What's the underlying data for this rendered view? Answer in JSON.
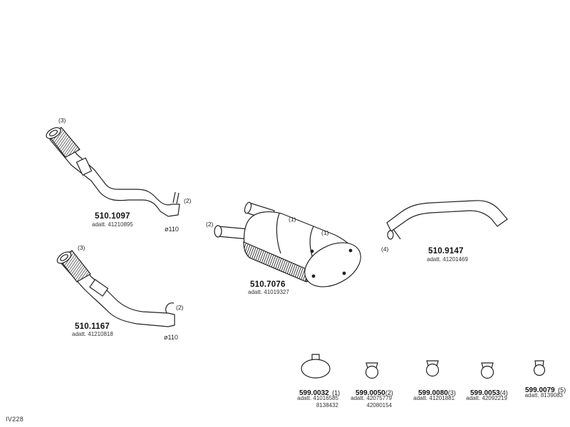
{
  "diagram_code": "IV228",
  "pipes": {
    "front_pipe_a": {
      "part_no": "510.1097",
      "fits": "adatt. 41210895",
      "callout_top": "(3)",
      "callout_end": "(2)",
      "diameter": "ø110"
    },
    "front_pipe_b": {
      "part_no": "510.1167",
      "fits": "adatt. 41210818",
      "callout_top": "(3)",
      "callout_end": "(2)",
      "diameter": "ø110"
    },
    "muffler": {
      "part_no": "510.7076",
      "fits": "adatt. 41019327",
      "callout_inlet": "(2)",
      "callout_clamp_1": "(1)",
      "callout_clamp_2": "(1)"
    },
    "tail_pipe": {
      "part_no": "510.9147",
      "fits": "adatt. 41201469",
      "callout_end": "(4)"
    }
  },
  "accessories": [
    {
      "part_no": "599.0032",
      "count": "(1)",
      "fits": [
        "adatt. 41016585",
        "8138432"
      ]
    },
    {
      "part_no": "599.0050",
      "count": "(2)",
      "fits": [
        "adatt. 42075779",
        "42080154"
      ]
    },
    {
      "part_no": "599.0080",
      "count": "(3)",
      "fits": [
        "adatt. 41201881"
      ]
    },
    {
      "part_no": "599.0053",
      "count": "(4)",
      "fits": [
        "adatt. 42092219"
      ]
    },
    {
      "part_no": "599.0079",
      "count": "(5)",
      "fits": [
        "adatt. 8139083"
      ]
    }
  ]
}
